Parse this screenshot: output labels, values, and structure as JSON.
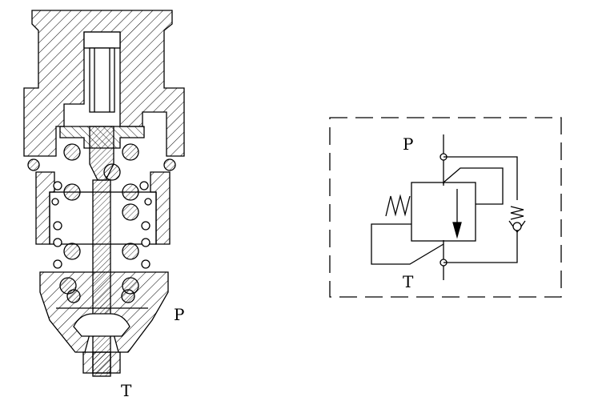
{
  "cross_section": {
    "port_p_label": "P",
    "port_t_label": "T"
  },
  "symbol": {
    "port_p_label": "P",
    "port_t_label": "T"
  },
  "colors": {
    "line": "#000000",
    "background": "#ffffff"
  }
}
